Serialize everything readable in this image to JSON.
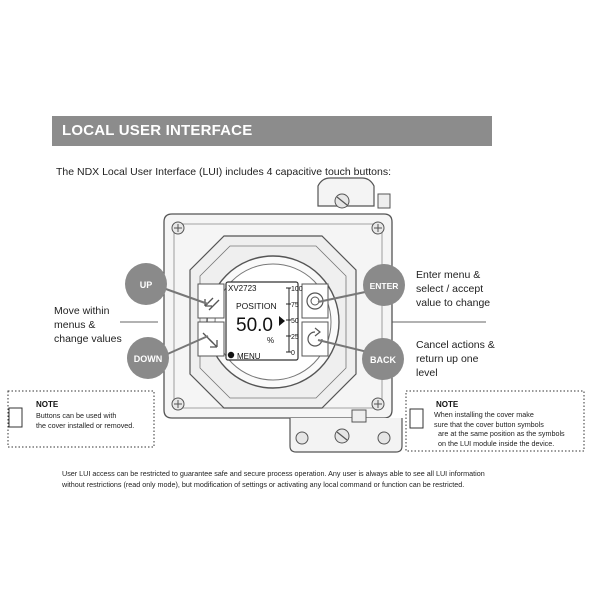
{
  "banner": {
    "title": "LOCAL USER INTERFACE"
  },
  "intro": "The NDX Local User Interface (LUI) includes 4 capacitive touch buttons:",
  "buttons": {
    "up": "UP",
    "down": "DOWN",
    "enter": "ENTER",
    "back": "BACK"
  },
  "left_desc": [
    "Move within",
    "menus &",
    "change values"
  ],
  "enter_desc": [
    "Enter menu &",
    "select / accept",
    "value to change"
  ],
  "back_desc": [
    "Cancel actions &",
    "return up one",
    "level"
  ],
  "display": {
    "tag": "XV2723",
    "label": "POSITION",
    "value": "50.0",
    "unit": "%",
    "scale": [
      "100",
      "75",
      "50",
      "25",
      "0"
    ],
    "menu": "MENU"
  },
  "note_left": {
    "title": "NOTE",
    "lines": [
      "Buttons can be used with",
      "the cover installed or removed."
    ]
  },
  "note_right": {
    "title": "NOTE",
    "lines": [
      "When installing the cover make",
      "sure that the cover button symbols",
      "are at the same position as the symbols",
      "on the LUI module inside the device."
    ]
  },
  "footer": [
    "User LUI access can be restricted to guarantee safe and secure process operation. Any user is always able to see all LUI information",
    "without restrictions (read only mode), but modification of settings or activating any local command or function can be restricted."
  ],
  "colors": {
    "banner": "#8c8c8c",
    "button": "#8a8a8a",
    "housing_stroke": "#555555"
  }
}
